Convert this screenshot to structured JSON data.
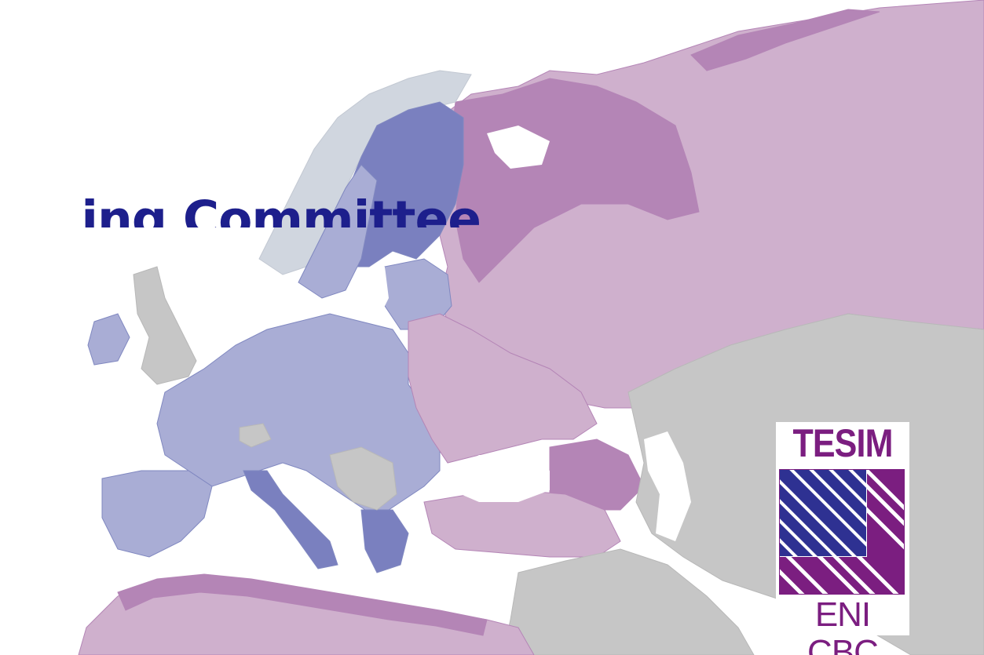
{
  "slide": {
    "title": "ing Committee"
  },
  "logo": {
    "word": "TESIM",
    "subtitle": "ENI CBC"
  },
  "colors": {
    "title": "#1d1f8c",
    "logo_word": "#7b1e80",
    "logo_subtitle": "#7b1e80",
    "logo_blue": "#2e3192",
    "logo_purple": "#7b1e80",
    "map_eu": "#a9add5",
    "map_eu_border": "#8088c0",
    "map_eu_coast": "#7a80bf",
    "map_neighbour": "#cfb0cd",
    "map_neighbour_border": "#b485b6",
    "map_other": "#c6c6c6",
    "map_nordic": "#d0d6df"
  }
}
